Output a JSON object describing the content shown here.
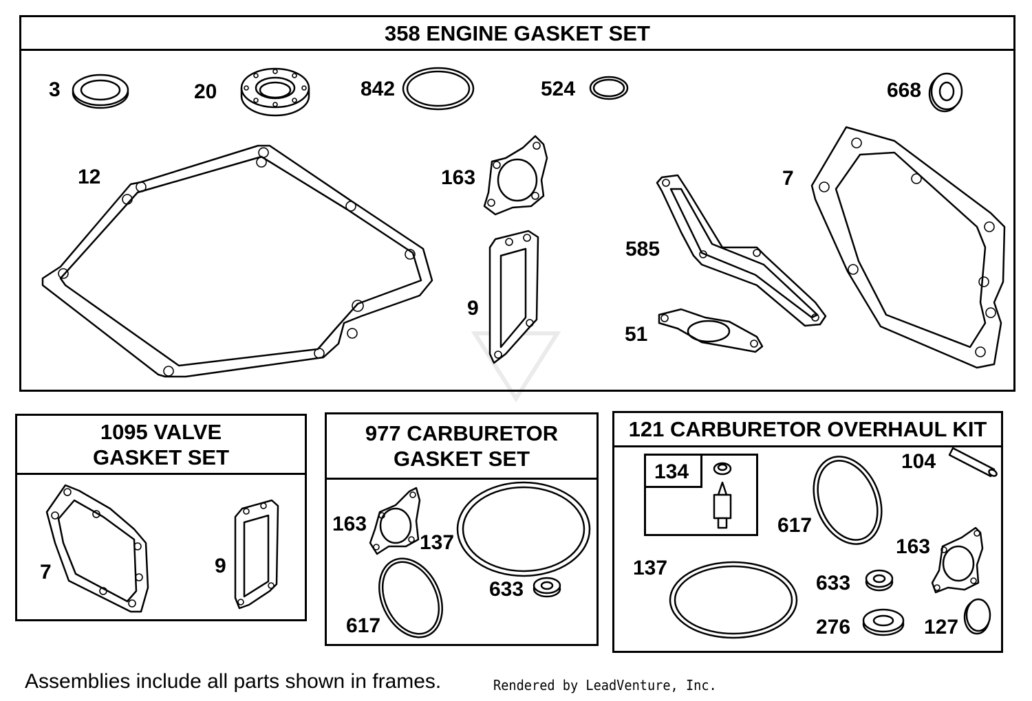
{
  "frames": {
    "engine": {
      "title": "358 ENGINE GASKET SET",
      "callouts": {
        "p3": "3",
        "p20": "20",
        "p842": "842",
        "p524": "524",
        "p668": "668",
        "p12": "12",
        "p163": "163",
        "p7": "7",
        "p585": "585",
        "p9": "9",
        "p51": "51"
      }
    },
    "valve": {
      "title_line1": "1095 VALVE",
      "title_line2": "GASKET SET",
      "callouts": {
        "p7": "7",
        "p9": "9"
      }
    },
    "carb_gasket": {
      "title_line1": "977 CARBURETOR",
      "title_line2": "GASKET SET",
      "callouts": {
        "p163": "163",
        "p137": "137",
        "p633": "633",
        "p617": "617"
      }
    },
    "carb_overhaul": {
      "title": "121 CARBURETOR OVERHAUL KIT",
      "callouts": {
        "p134": "134",
        "p104": "104",
        "p617": "617",
        "p163": "163",
        "p137": "137",
        "p633": "633",
        "p276": "276",
        "p127": "127"
      }
    }
  },
  "footnote": "Assemblies include all parts shown in frames.",
  "credit": "Rendered by LeadVenture, Inc."
}
